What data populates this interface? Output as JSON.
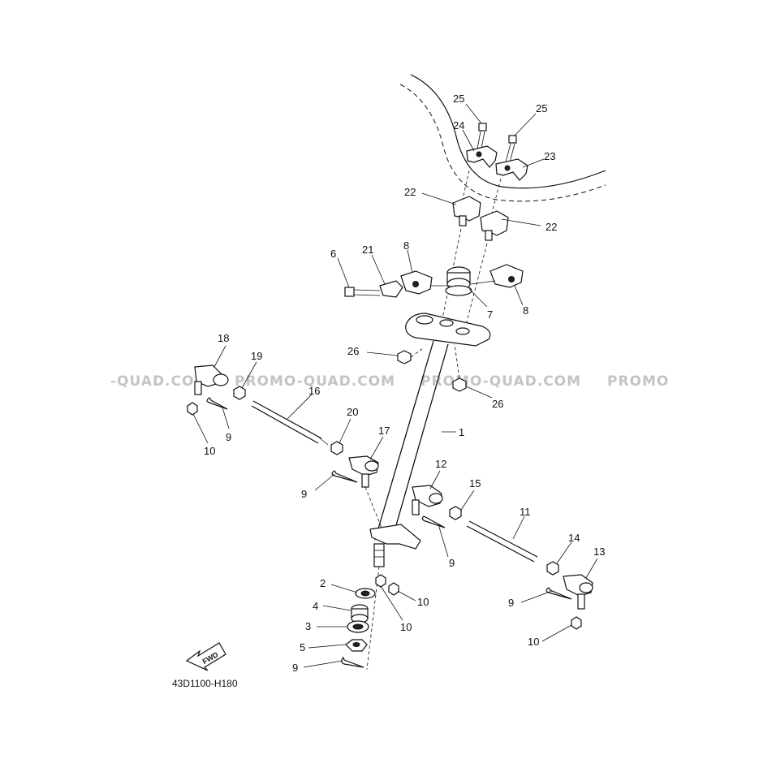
{
  "watermark": "PROMO-QUAD.COM",
  "watermark_parts": [
    "-QUAD.COM",
    "PROMO-QUAD.COM",
    "PROMO-QUAD.COM",
    "PROMO"
  ],
  "diagram_code": "43D1100-H180",
  "fwd_label": "FWD",
  "callouts": {
    "c1": "1",
    "c2": "2",
    "c3": "3",
    "c4": "4",
    "c5": "5",
    "c6": "6",
    "c7": "7",
    "c8a": "8",
    "c8b": "8",
    "c9a": "9",
    "c9b": "9",
    "c9c": "9",
    "c9d": "9",
    "c9e": "9",
    "c10a": "10",
    "c10b": "10",
    "c10c": "10",
    "c10d": "10",
    "c11": "11",
    "c12": "12",
    "c13": "13",
    "c14": "14",
    "c15": "15",
    "c16": "16",
    "c17": "17",
    "c18": "18",
    "c19": "19",
    "c20": "20",
    "c21": "21",
    "c22a": "22",
    "c22b": "22",
    "c23": "23",
    "c24": "24",
    "c25a": "25",
    "c25b": "25",
    "c26a": "26",
    "c26b": "26"
  }
}
